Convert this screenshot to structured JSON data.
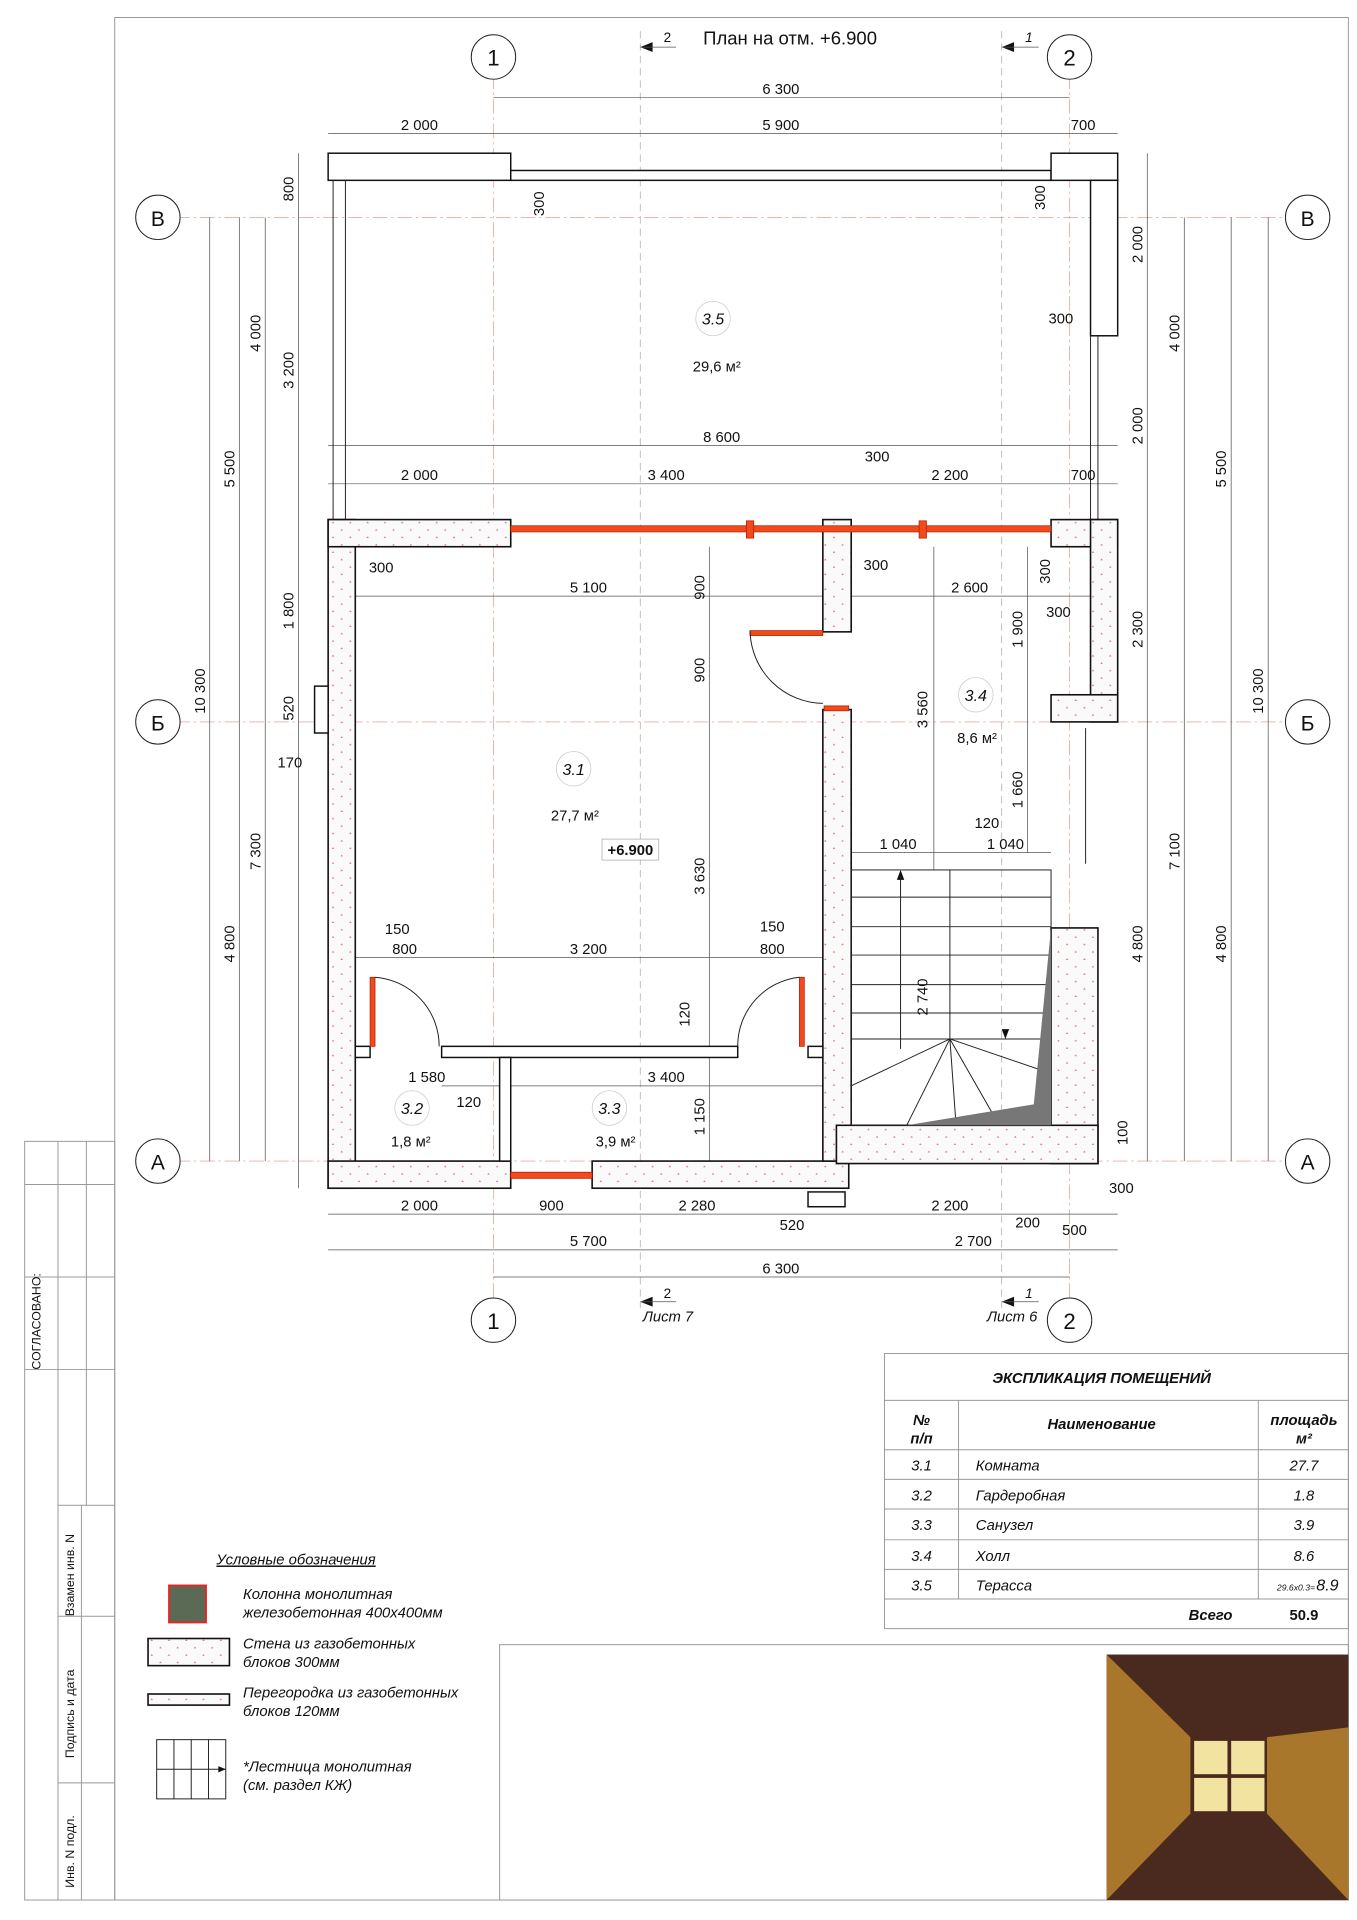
{
  "title": "План на отм. +6.900",
  "level_mark": "+6.900",
  "axes": {
    "x1": "1",
    "x2": "2",
    "yV": "В",
    "yB": "Б",
    "yA": "А"
  },
  "sections": {
    "s2": "2",
    "s1": "1",
    "sheet7": "Лист 7",
    "sheet6": "Лист 6"
  },
  "rooms": [
    {
      "no": "3.1",
      "area": "27,7 м²"
    },
    {
      "no": "3.2",
      "area": "1,8 м²"
    },
    {
      "no": "3.3",
      "area": "3,9 м²"
    },
    {
      "no": "3.4",
      "area": "8,6 м²"
    },
    {
      "no": "3.5",
      "area": "29,6 м²"
    }
  ],
  "dims": [
    "6 300",
    "2 000",
    "5 900",
    "700",
    "800",
    "300",
    "300",
    "2 000",
    "300",
    "4 000",
    "3 200",
    "4 000",
    "8 600",
    "2 000",
    "5 500",
    "5 500",
    "2 000",
    "3 400",
    "300",
    "2 200",
    "700",
    "300",
    "5 100",
    "900",
    "300",
    "2 600",
    "300",
    "300",
    "1 800",
    "1 900",
    "2 300",
    "10 300",
    "10 300",
    "900",
    "520",
    "3 560",
    "170",
    "1 660",
    "120",
    "1 040",
    "1 040",
    "7 300",
    "7 100",
    "3 630",
    "150",
    "800",
    "3 200",
    "150",
    "800",
    "4 800",
    "4 800",
    "4 800",
    "2 740",
    "120",
    "1 580",
    "3 400",
    "120",
    "1 150",
    "100",
    "300",
    "2 000",
    "900",
    "2 280",
    "520",
    "2 200",
    "200",
    "500",
    "5 700",
    "2 700",
    "6 300"
  ],
  "legend": {
    "title": "Условные обозначения",
    "items": [
      {
        "line1": "Колонна монолитная",
        "line2": "железобетонная 400х400мм"
      },
      {
        "line1": "Стена из газобетонных",
        "line2": "блоков 300мм"
      },
      {
        "line1": "Перегородка из газобетонных",
        "line2": "блоков  120мм"
      },
      {
        "line1": "*Лестница монолитная",
        "line2": "(см. раздел КЖ)"
      }
    ]
  },
  "table": {
    "title": "ЭКСПЛИКАЦИЯ ПОМЕЩЕНИЙ",
    "headers": {
      "no1": "№",
      "no2": "п/п",
      "name": "Наименование",
      "area1": "площадь",
      "area2": "м²"
    },
    "rows": [
      {
        "no": "3.1",
        "name": "Комната",
        "area": "27.7"
      },
      {
        "no": "3.2",
        "name": "Гардеробная",
        "area": "1.8"
      },
      {
        "no": "3.3",
        "name": "Санузел",
        "area": "3.9"
      },
      {
        "no": "3.4",
        "name": "Холл",
        "area": "8.6"
      },
      {
        "no": "3.5",
        "name": "Терасса",
        "area_formula": "29.6x0.3=",
        "area": "8.9"
      }
    ],
    "total_label": "Всего",
    "total_value": "50.9"
  },
  "stamp": {
    "agreed": "СОГЛАСОВАНО:",
    "replace": "Взамен инв. N",
    "sign": "Подпись и дата",
    "inv": "Инв. N подл."
  },
  "colors": {
    "window": "#f24a1d",
    "logo_dark": "#4a2a1e",
    "logo_mid": "#a8772c",
    "logo_light": "#f3e3a0"
  }
}
